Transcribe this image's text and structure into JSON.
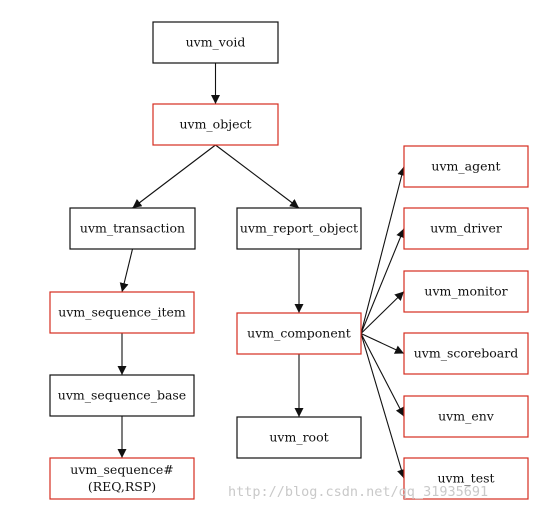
{
  "colors": {
    "red_box": "#d62d20",
    "black_box": "#111111",
    "edge": "#111111",
    "watermark": "#c9c9c9"
  },
  "nodes": {
    "uvm_void": {
      "label": "uvm_void",
      "border": "black"
    },
    "uvm_object": {
      "label": "uvm_object",
      "border": "red"
    },
    "uvm_transaction": {
      "label": "uvm_transaction",
      "border": "black"
    },
    "uvm_report_object": {
      "label": "uvm_report_object",
      "border": "black"
    },
    "uvm_sequence_item": {
      "label": "uvm_sequence_item",
      "border": "red"
    },
    "uvm_sequence_base": {
      "label": "uvm_sequence_base",
      "border": "black"
    },
    "uvm_sequence": {
      "label_line1": "uvm_sequence#",
      "label_line2": "(REQ,RSP)",
      "border": "red"
    },
    "uvm_component": {
      "label": "uvm_component",
      "border": "red"
    },
    "uvm_root": {
      "label": "uvm_root",
      "border": "black"
    },
    "uvm_agent": {
      "label": "uvm_agent",
      "border": "red"
    },
    "uvm_driver": {
      "label": "uvm_driver",
      "border": "red"
    },
    "uvm_monitor": {
      "label": "uvm_monitor",
      "border": "red"
    },
    "uvm_scoreboard": {
      "label": "uvm_scoreboard",
      "border": "red"
    },
    "uvm_env": {
      "label": "uvm_env",
      "border": "red"
    },
    "uvm_test": {
      "label": "uvm_test",
      "border": "red"
    }
  },
  "edges": [
    [
      "uvm_void",
      "uvm_object"
    ],
    [
      "uvm_object",
      "uvm_transaction"
    ],
    [
      "uvm_object",
      "uvm_report_object"
    ],
    [
      "uvm_transaction",
      "uvm_sequence_item"
    ],
    [
      "uvm_sequence_item",
      "uvm_sequence_base"
    ],
    [
      "uvm_sequence_base",
      "uvm_sequence"
    ],
    [
      "uvm_report_object",
      "uvm_component"
    ],
    [
      "uvm_component",
      "uvm_root"
    ],
    [
      "uvm_component",
      "uvm_agent"
    ],
    [
      "uvm_component",
      "uvm_driver"
    ],
    [
      "uvm_component",
      "uvm_monitor"
    ],
    [
      "uvm_component",
      "uvm_scoreboard"
    ],
    [
      "uvm_component",
      "uvm_env"
    ],
    [
      "uvm_component",
      "uvm_test"
    ]
  ],
  "watermark": "http://blog.csdn.net/qq_31935691"
}
